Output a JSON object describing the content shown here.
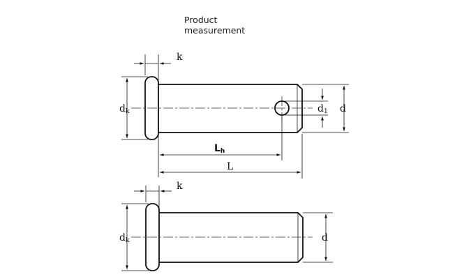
{
  "caption": "Product\nmeasurement",
  "top_view": {
    "labels": {
      "k": "k",
      "dk_main": "d",
      "dk_sub": "k",
      "d1_main": "d",
      "d1_sub": "1",
      "d": "d",
      "lh_main": "L",
      "lh_sub": "h",
      "l": "L"
    }
  },
  "bottom_view": {
    "labels": {
      "k": "k",
      "dk_main": "d",
      "dk_sub": "k",
      "d": "d"
    }
  }
}
